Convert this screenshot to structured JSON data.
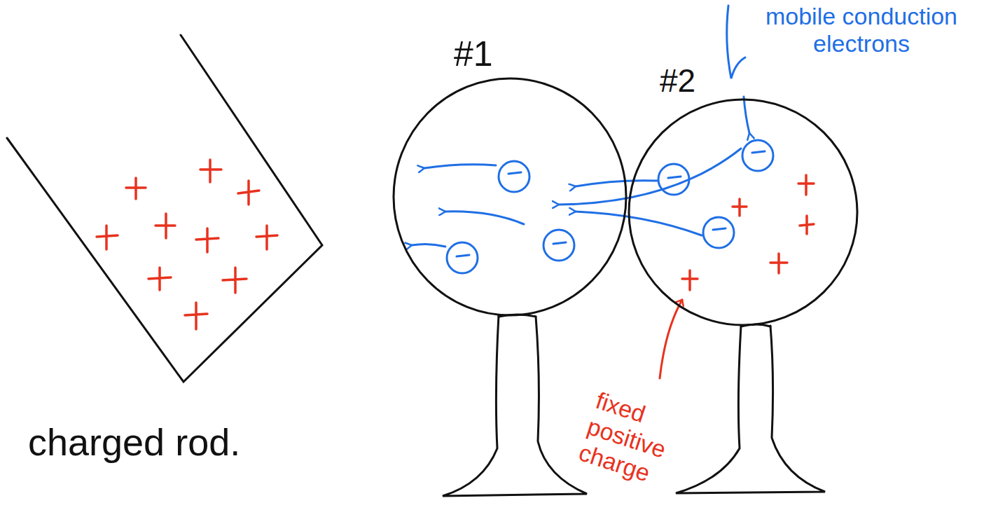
{
  "diagram": {
    "nodes": [
      {
        "text": [
          "charged rod."
        ]
      },
      {
        "text": [
          "#1"
        ]
      },
      {
        "text": [
          "#2"
        ]
      }
    ],
    "labels": [
      "mobile conduction electrons",
      "fixed positive charge"
    ]
  }
}
